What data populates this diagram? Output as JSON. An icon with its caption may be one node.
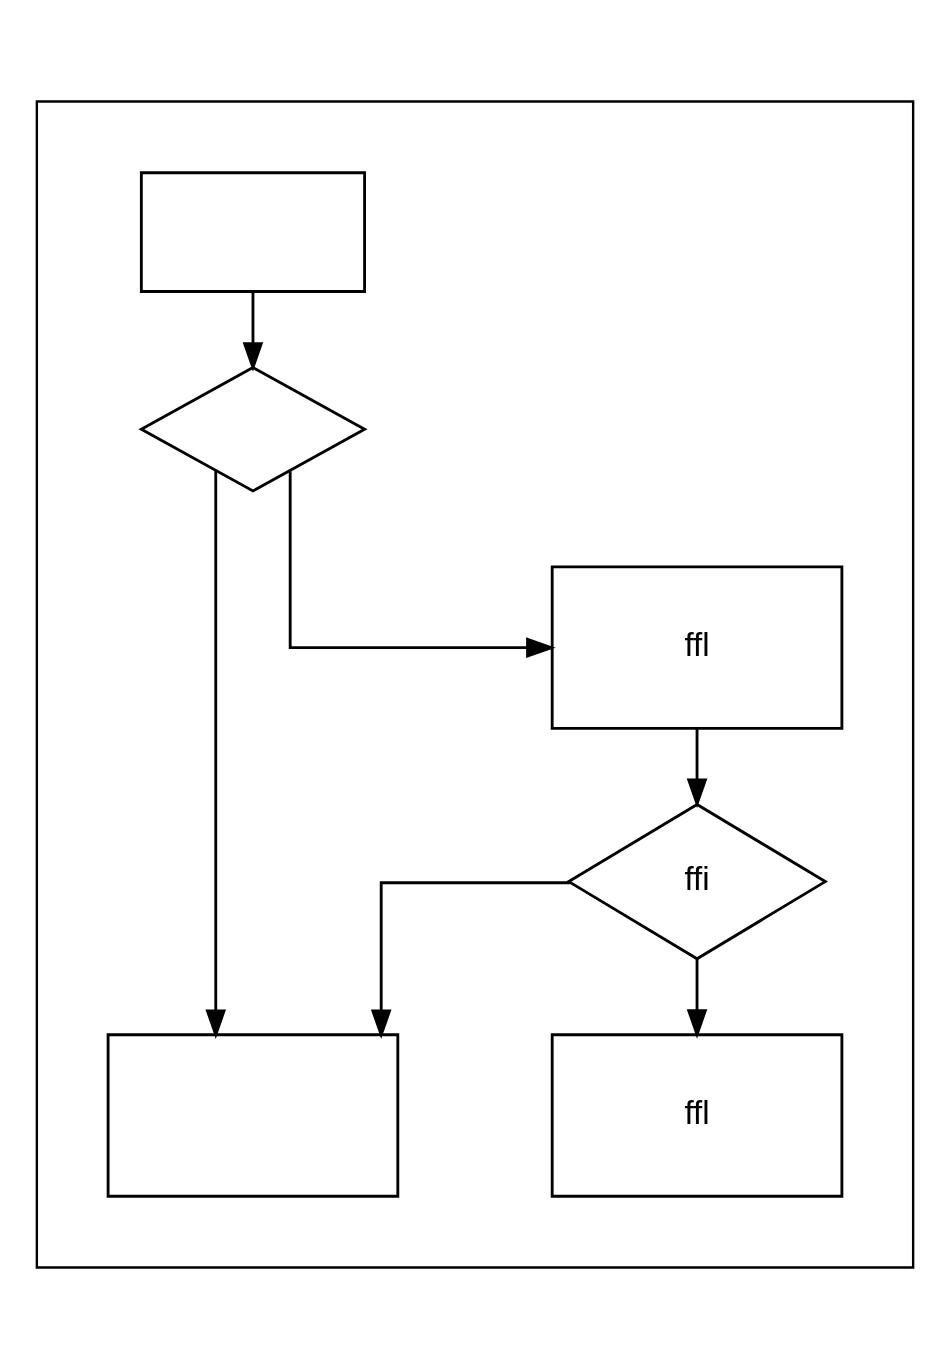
{
  "diagram": {
    "nodes": [
      {
        "text": [],
        "shape": "box"
      },
      {
        "text": [],
        "shape": "box",
        "in": 0
      },
      {
        "text": [],
        "shape": "diamond",
        "in": 0
      },
      {
        "text": [
          "ffl"
        ],
        "in": 0
      },
      {
        "text": [
          "ffi"
        ],
        "in": 0
      },
      {
        "text": [],
        "shape": "box",
        "in": 0
      },
      {
        "text": [
          "ffl"
        ],
        "in": 0
      }
    ],
    "edges": [
      {
        "from": 1,
        "to": 2,
        "arrow": "to"
      },
      {
        "from": 2,
        "to": 3,
        "arrow": "to"
      },
      {
        "from": 2,
        "to": 5,
        "arrow": "to"
      },
      {
        "from": 3,
        "to": 4,
        "arrow": "to"
      },
      {
        "from": 4,
        "to": 5,
        "arrow": "to"
      },
      {
        "from": 4,
        "to": 6,
        "arrow": "to"
      }
    ]
  }
}
